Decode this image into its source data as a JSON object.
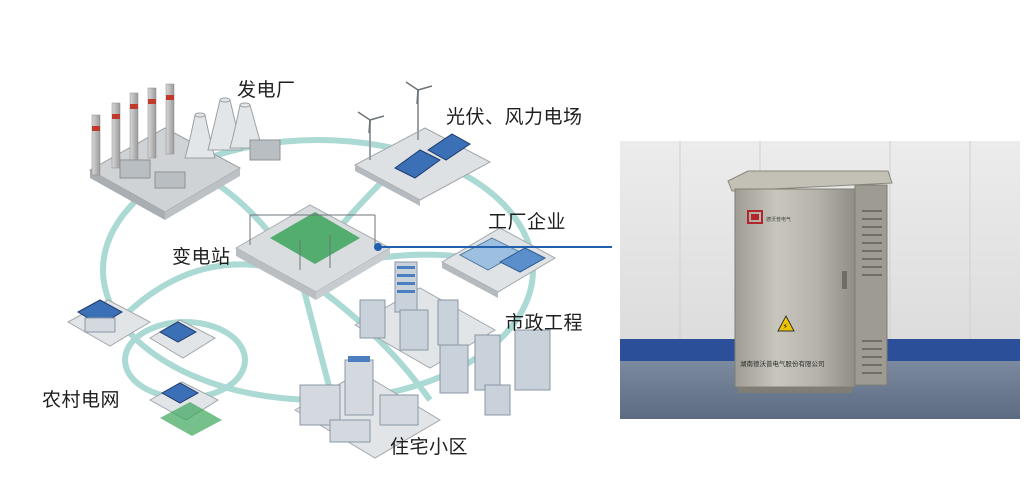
{
  "labels": {
    "power_plant": "发电厂",
    "pv_wind": "光伏、风力电场",
    "factory": "工厂企业",
    "substation": "变电站",
    "municipal": "市政工程",
    "rural_grid": "农村电网",
    "residential": "住宅小区"
  },
  "cabinet": {
    "company_plate": "湖南德沃普电气股份有限公司",
    "logo_text": "德沃普电气"
  },
  "colors": {
    "ring_teal": "#9fd3cf",
    "connector_blue": "#1f5fae",
    "cabinet_steel": "#b9b7ac",
    "floor_blue": "#2c4f9a",
    "warning_yellow": "#f2c400"
  }
}
